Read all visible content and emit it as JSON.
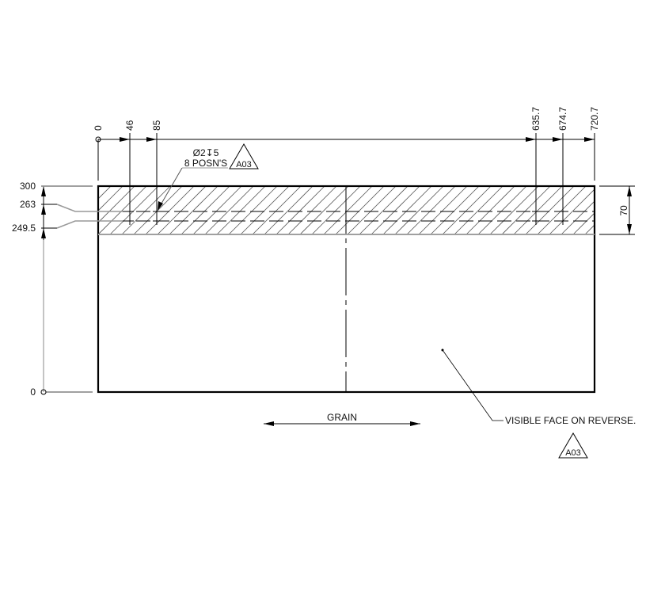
{
  "drawing": {
    "top_dimensions": {
      "origin_label": "0",
      "labels": [
        "46",
        "85",
        "635.7",
        "674.7",
        "720.7"
      ]
    },
    "left_dimensions": {
      "labels": [
        "300",
        "263",
        "249.5",
        "0"
      ]
    },
    "right_dimension": {
      "label": "70"
    },
    "hole_callout": {
      "line1": "Ø2↧5",
      "line2": "8 POSN'S",
      "revision_tag": "A03"
    },
    "grain": {
      "label": "GRAIN"
    },
    "face_note": {
      "label": "VISIBLE FACE ON REVERSE.",
      "revision_tag": "A03"
    }
  }
}
